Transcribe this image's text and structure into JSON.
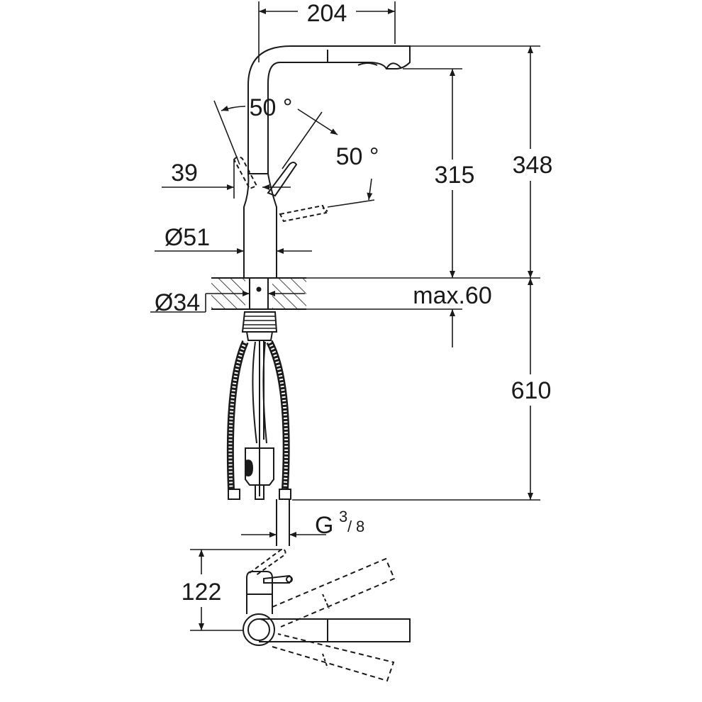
{
  "dimensions": {
    "spout_reach": "204",
    "swivel_angle_left": "50 °",
    "swivel_angle_right": "50 °",
    "lever_offset": "39",
    "body_diameter": "Ø51",
    "hole_diameter": "Ø34",
    "outlet_height": "315",
    "total_height": "348",
    "deck_thickness": "max.60",
    "hose_length": "610",
    "connection_thread": "G",
    "connection_thread_numerator": "3",
    "connection_thread_denominator": "8",
    "top_view_depth": "122"
  },
  "colors": {
    "line": "#1a1a1a",
    "background": "#ffffff"
  }
}
